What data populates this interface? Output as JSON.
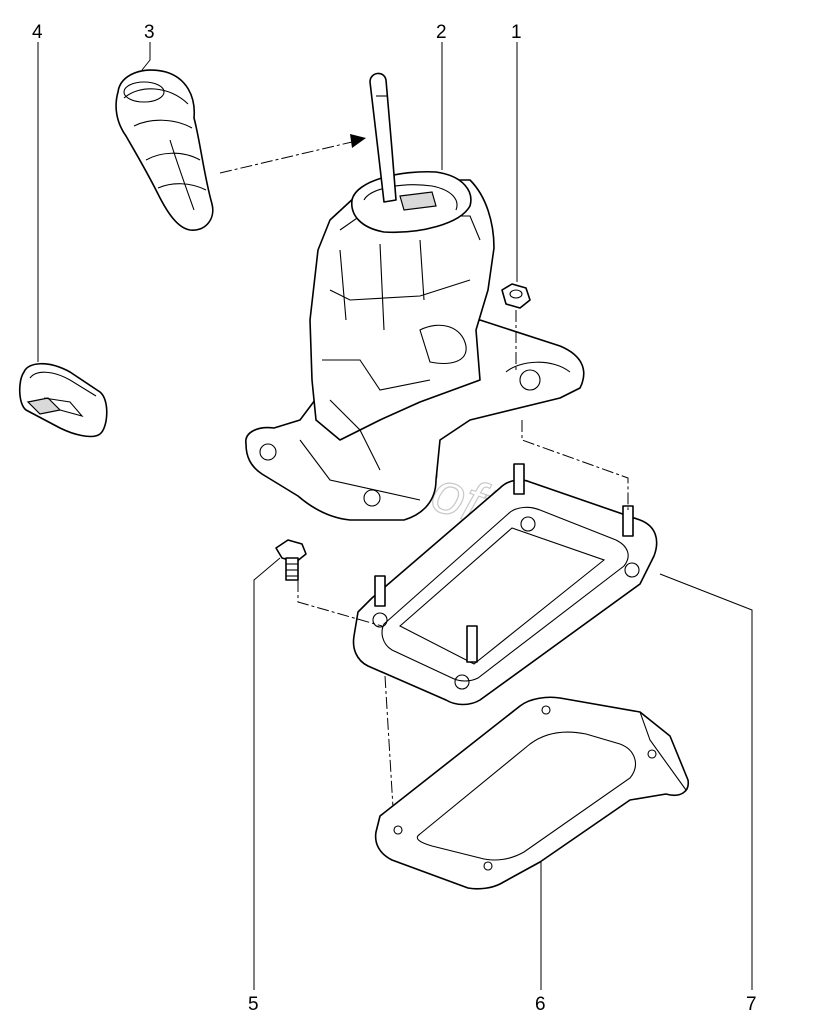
{
  "watermark": "AutoSoft",
  "callouts": [
    {
      "id": "1",
      "label": "1"
    },
    {
      "id": "2",
      "label": "2"
    },
    {
      "id": "3",
      "label": "3"
    },
    {
      "id": "4",
      "label": "4"
    },
    {
      "id": "5",
      "label": "5"
    },
    {
      "id": "6",
      "label": "6"
    },
    {
      "id": "7",
      "label": "7"
    }
  ]
}
